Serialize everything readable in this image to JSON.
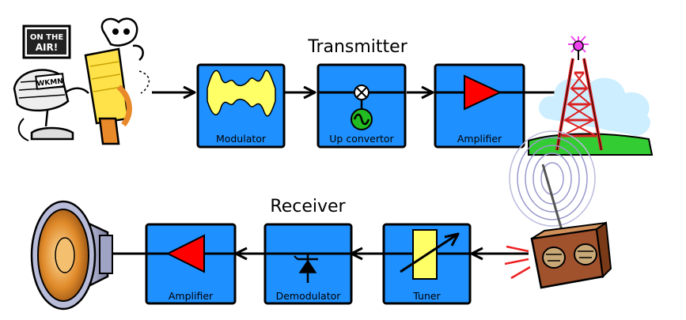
{
  "transmitter": {
    "title": "Transmitter",
    "blocks": [
      {
        "label": "Modulator"
      },
      {
        "label": "Up convertor"
      },
      {
        "label": "Amplifier"
      }
    ]
  },
  "receiver": {
    "title": "Receiver",
    "blocks": [
      {
        "label": "Tuner"
      },
      {
        "label": "Demodulator"
      },
      {
        "label": "Amplifier"
      }
    ]
  },
  "broadcaster": {
    "sign_line1": "ON THE",
    "sign_line2": "AIR!",
    "mic_label": "WKMN"
  },
  "colors": {
    "block_fill": "#1E90FF",
    "block_stroke": "#000000",
    "signal_yellow": "#FFFF66",
    "amplifier_red": "#FF0000",
    "oscillator_green": "#22BB22",
    "ground_green": "#33CC33",
    "sky_blue": "#CCEEFF",
    "tower_red": "#DD2222",
    "beacon_magenta": "#EE44EE",
    "speaker_orange": "#E08A2A",
    "radio_brown": "#A0522D"
  }
}
